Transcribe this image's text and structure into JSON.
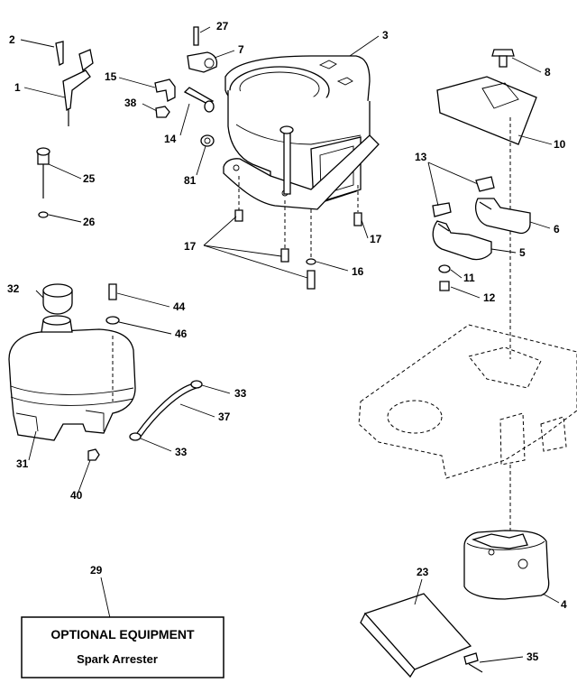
{
  "callouts": {
    "c1": "1",
    "c2": "2",
    "c3": "3",
    "c4": "4",
    "c5": "5",
    "c6": "6",
    "c7": "7",
    "c8": "8",
    "c10": "10",
    "c11": "11",
    "c12": "12",
    "c13": "13",
    "c14": "14",
    "c15": "15",
    "c16": "16",
    "c17a": "17",
    "c17b": "17",
    "c23": "23",
    "c25": "25",
    "c26": "26",
    "c27": "27",
    "c29": "29",
    "c31": "31",
    "c32": "32",
    "c33a": "33",
    "c33b": "33",
    "c35": "35",
    "c37": "37",
    "c38": "38",
    "c40": "40",
    "c44": "44",
    "c46": "46",
    "c81": "81"
  },
  "optional_box": {
    "title": "OPTIONAL EQUIPMENT",
    "subtitle": "Spark Arrester"
  },
  "colors": {
    "ink": "#000000",
    "paper": "#ffffff"
  }
}
